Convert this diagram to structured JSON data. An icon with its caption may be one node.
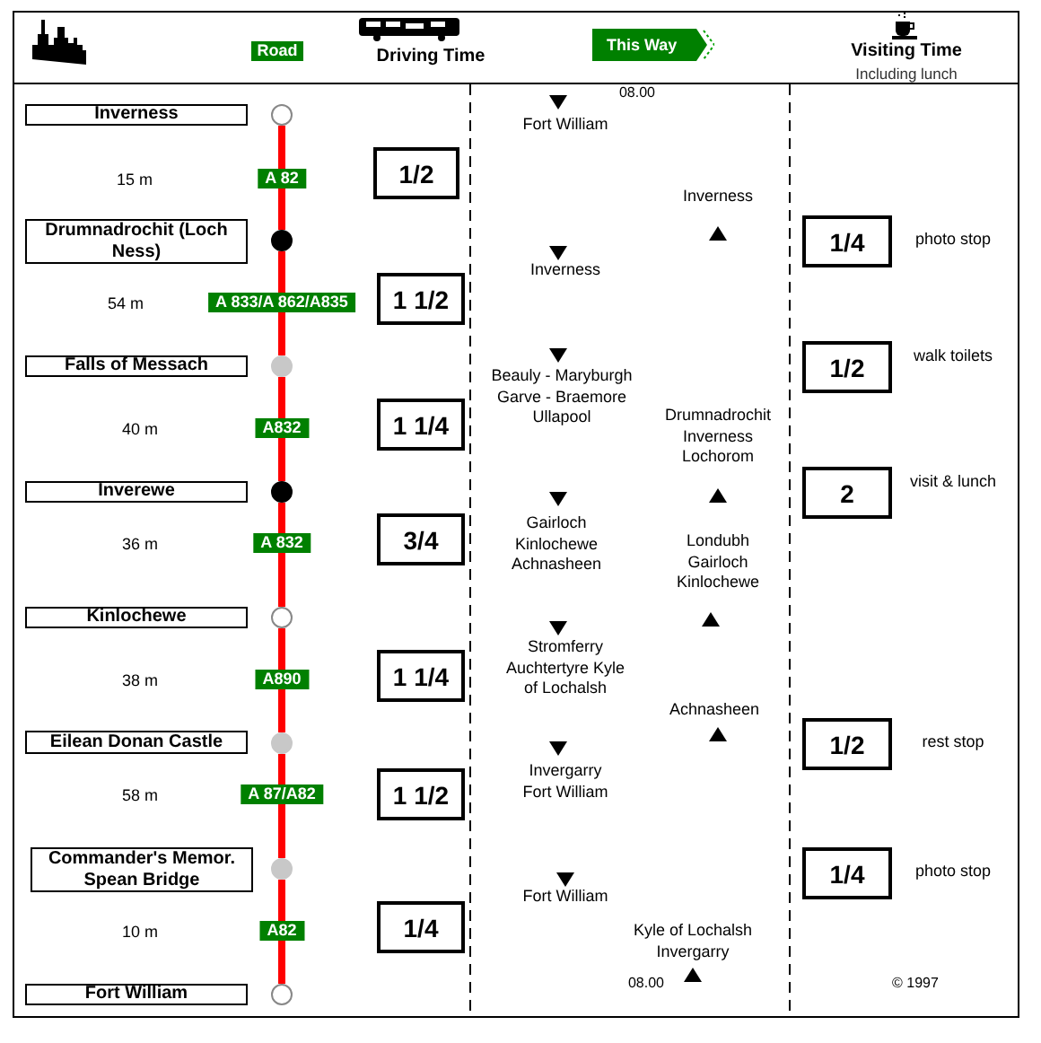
{
  "diagram": {
    "nodes": [
      {
        "text": [
          "Road"
        ]
      },
      {
        "text": [
          "This Way"
        ]
      },
      {
        "text": [
          "Inverness"
        ]
      },
      {
        "text": [
          "Drumnadrochit (Loch Ness)"
        ]
      },
      {
        "text": [
          "Falls of Messach"
        ]
      },
      {
        "text": [
          "Inverewe"
        ]
      },
      {
        "text": [
          "Kinlochewe"
        ]
      },
      {
        "text": [
          "Eilean Donan Castle"
        ]
      },
      {
        "text": [
          "Commander's Memor. Spean Bridge"
        ]
      },
      {
        "text": [
          "Fort William"
        ]
      },
      {
        "text": [],
        "shape": "circle"
      },
      {
        "text": [],
        "shape": "circle"
      },
      {
        "text": [],
        "shape": "circle"
      },
      {
        "text": [],
        "shape": "circle"
      },
      {
        "text": [],
        "shape": "circle"
      },
      {
        "text": [],
        "shape": "circle"
      },
      {
        "text": [],
        "shape": "circle"
      },
      {
        "text": [],
        "shape": "circle"
      },
      {
        "text": [
          "1/2"
        ]
      },
      {
        "text": [
          "1 1/2"
        ]
      },
      {
        "text": [
          "1 1/4"
        ]
      },
      {
        "text": [
          "3/4"
        ]
      },
      {
        "text": [
          "1 1/4"
        ]
      },
      {
        "text": [
          "1 1/2"
        ]
      },
      {
        "text": [
          "1/4"
        ]
      },
      {
        "text": [
          "1/4"
        ],
        "beside": [
          "photo stop"
        ]
      },
      {
        "text": [
          "1/2"
        ],
        "beside": [
          "walk toilets"
        ]
      },
      {
        "text": [
          "2"
        ],
        "beside": [
          "visit & lunch"
        ]
      },
      {
        "text": [
          "1/2"
        ],
        "beside": [
          "rest stop"
        ]
      },
      {
        "text": [
          "1/4"
        ],
        "beside": [
          "photo stop"
        ]
      },
      {
        "text": [
          "A 82"
        ]
      },
      {
        "text": [
          "A 833/A 862/A835"
        ]
      },
      {
        "text": [
          "A832"
        ]
      },
      {
        "text": [
          "A 832"
        ]
      },
      {
        "text": [
          "A890"
        ]
      },
      {
        "text": [
          "A 87/A82"
        ]
      },
      {
        "text": [
          "A82"
        ]
      }
    ],
    "edges": [
      {
        "from": 10,
        "to": 30,
        "arrow": "none"
      },
      {
        "from": 30,
        "to": 11,
        "arrow": "none"
      },
      {
        "from": 11,
        "to": 31,
        "arrow": "none"
      },
      {
        "from": 31,
        "to": 12,
        "arrow": "none"
      },
      {
        "from": 12,
        "to": 32,
        "arrow": "none"
      },
      {
        "from": 32,
        "to": 13,
        "arrow": "none"
      },
      {
        "from": 13,
        "to": 33,
        "arrow": "none"
      },
      {
        "from": 33,
        "to": 14,
        "arrow": "none"
      },
      {
        "from": 14,
        "to": 34,
        "arrow": "none"
      },
      {
        "from": 34,
        "to": 15,
        "arrow": "none"
      },
      {
        "from": 15,
        "to": 35,
        "arrow": "none"
      },
      {
        "from": 35,
        "to": 16,
        "arrow": "none"
      },
      {
        "from": 16,
        "to": 36,
        "arrow": "none"
      },
      {
        "from": 36,
        "to": 17,
        "arrow": "none"
      }
    ],
    "labels": [
      "Driving Time",
      "Visiting Time",
      "Including lunch",
      "15 m",
      "54 m",
      "40 m",
      "36 m",
      "38 m",
      "58 m",
      "10 m",
      "08.00",
      "Fort William",
      "Inverness",
      "Inverness",
      "Beauly - Maryburgh Garve - Braemore Ullapool",
      "Drumnadrochit Inverness Lochorom",
      "Gairloch Kinlochewe Achnasheen",
      "Londubh Gairloch Kinlochewe",
      "Stromferry Auchtertyre Kyle of Lochalsh",
      "Achnasheen",
      "Invergarry Fort William",
      "Fort William",
      "Kyle of Lochalsh Invergarry",
      "08.00",
      "© 1997"
    ]
  }
}
